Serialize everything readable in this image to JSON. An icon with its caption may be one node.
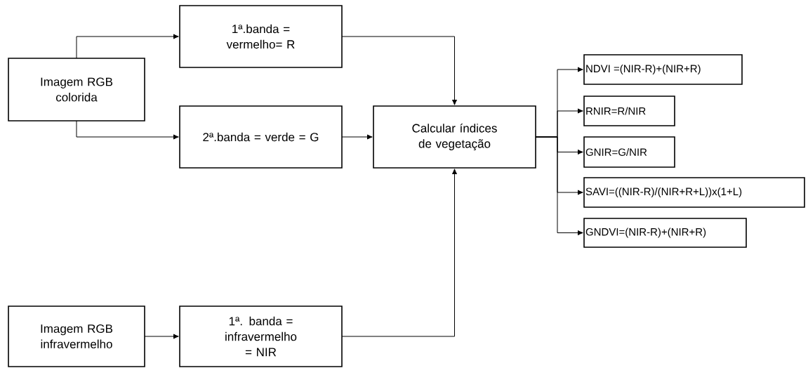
{
  "diagram": {
    "nodes": [
      {
        "text": [
          "Imagem RGB colorida"
        ]
      },
      {
        "text": [
          "1ª.banda = vermelho= R"
        ]
      },
      {
        "text": [
          "2ª.banda = verde = G"
        ]
      },
      {
        "text": [
          "Calcular índices de vegetação"
        ]
      },
      {
        "text": [
          "NDVI =(NIR-R)+(NIR+R)"
        ]
      },
      {
        "text": [
          "RNIR=R/NIR"
        ]
      },
      {
        "text": [
          "GNIR=G/NIR"
        ]
      },
      {
        "text": [
          "SAVI=((NIR-R)/(NIR+R+L))x(1+L)"
        ]
      },
      {
        "text": [
          "GNDVI=(NIR-R)+(NIR+R)"
        ]
      },
      {
        "text": [
          "Imagem RGB infravermelho"
        ]
      },
      {
        "text": [
          "1ª. banda = infravermelho = NIR"
        ]
      }
    ],
    "edges": [
      {
        "from": 0,
        "to": 1,
        "arrow": "to"
      },
      {
        "from": 0,
        "to": 2,
        "arrow": "to"
      },
      {
        "from": 1,
        "to": 3,
        "arrow": "to"
      },
      {
        "from": 2,
        "to": 3,
        "arrow": "to"
      },
      {
        "from": 3,
        "to": 4,
        "arrow": "to"
      },
      {
        "from": 3,
        "to": 5,
        "arrow": "to"
      },
      {
        "from": 3,
        "to": 6,
        "arrow": "to"
      },
      {
        "from": 3,
        "to": 7,
        "arrow": "to"
      },
      {
        "from": 3,
        "to": 8,
        "arrow": "to"
      },
      {
        "from": 9,
        "to": 10,
        "arrow": "to"
      },
      {
        "from": 10,
        "to": 3,
        "arrow": "to"
      }
    ]
  }
}
